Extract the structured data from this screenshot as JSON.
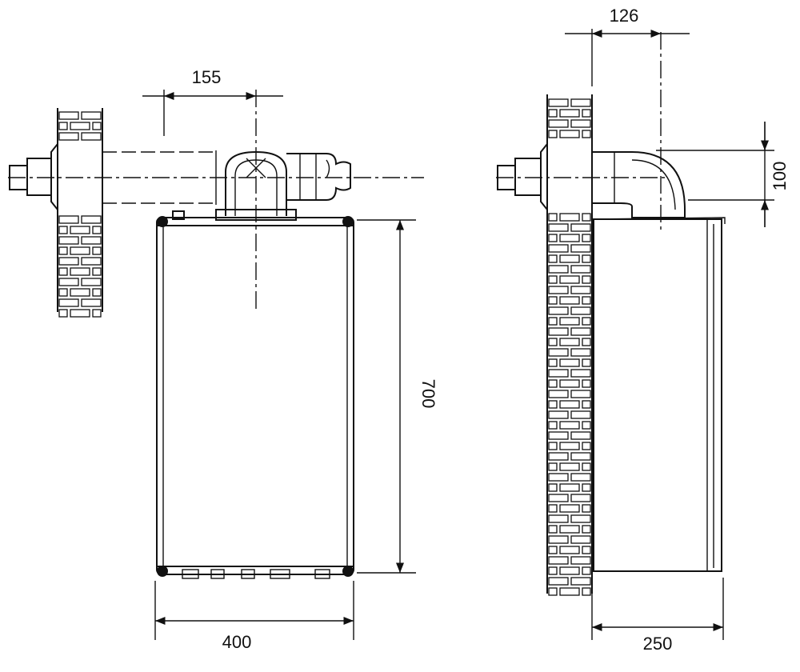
{
  "dimensions": {
    "front_flue_offset": "155",
    "side_flue_offset": "126",
    "flue_height": "100",
    "boiler_height": "700",
    "boiler_width": "400",
    "boiler_depth": "250"
  }
}
